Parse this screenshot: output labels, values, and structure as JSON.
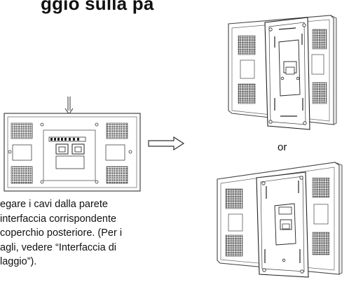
{
  "title": "ggio sulla pa",
  "instruction_text": "egare i cavi dalla parete\ninterfaccia corrispondente\ncoperchio posteriore. (Per i\nagli, vedere “Interfaccia di\nlaggio”).",
  "or_label": "or",
  "figures": {
    "left": "monitor rear view with cables and interface ports",
    "arrow": "arrow-right-icon",
    "top_right": "monitor mounted on wall bracket, variant A",
    "bottom_right": "monitor mounted on wall bracket, variant B"
  }
}
